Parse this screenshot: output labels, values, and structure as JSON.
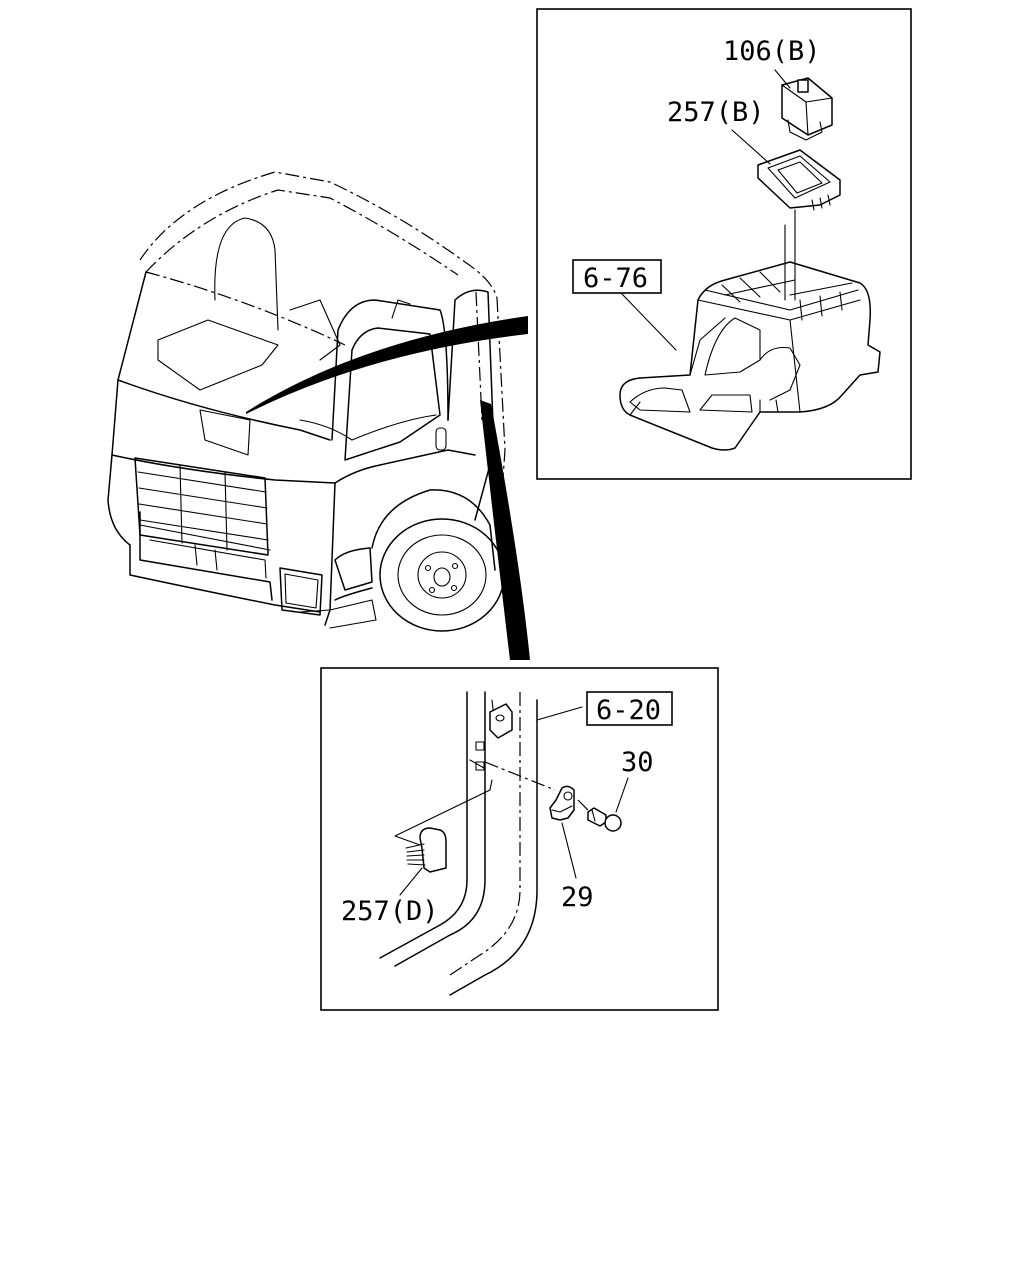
{
  "labels": {
    "switch_b": "106(B)",
    "bezel_b": "257(B)",
    "ref_console": "6-76",
    "ref_door": "6-20",
    "bolt": "30",
    "striker": "29",
    "cap_d": "257(D)"
  }
}
